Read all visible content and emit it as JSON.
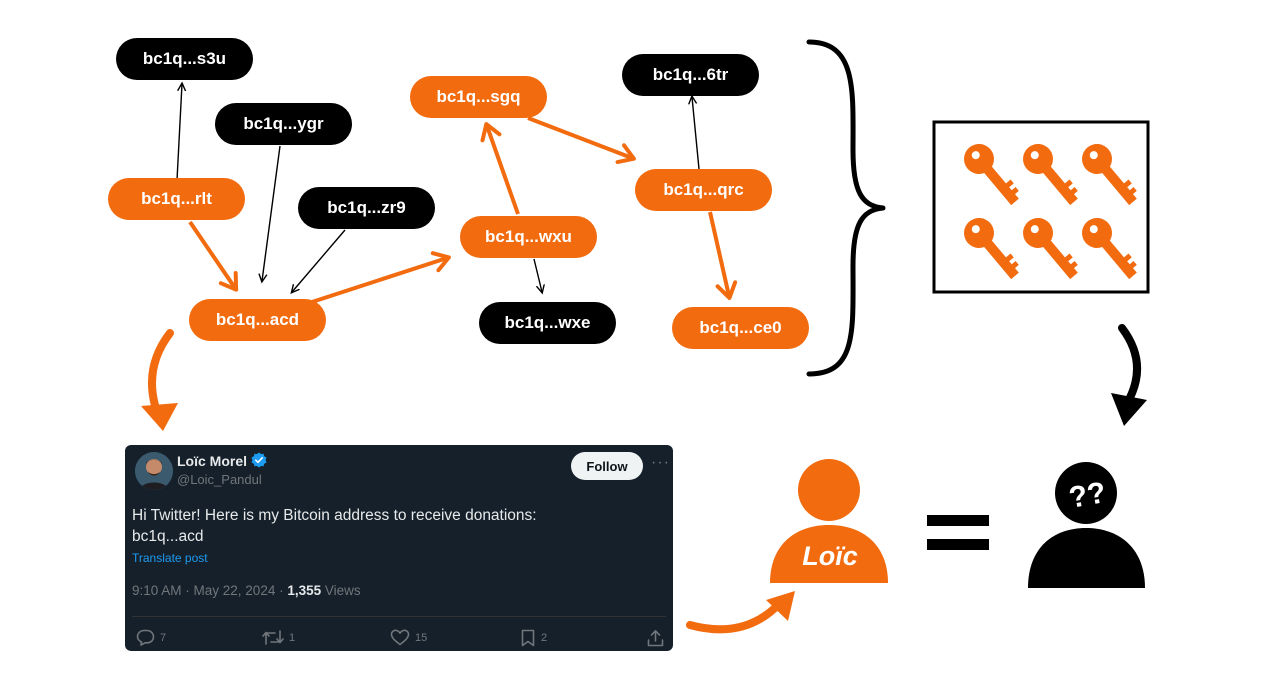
{
  "colors": {
    "orange": "#f26b0f",
    "black": "#000000",
    "tweet_bg": "#15202b",
    "link_blue": "#1d9bf0"
  },
  "nodes": {
    "s3u": "bc1q...s3u",
    "ygr": "bc1q...ygr",
    "rlt": "bc1q...rlt",
    "zr9": "bc1q...zr9",
    "acd": "bc1q...acd",
    "sgq": "bc1q...sgq",
    "wxu": "bc1q...wxu",
    "wxe": "bc1q...wxe",
    "6tr": "bc1q...6tr",
    "qrc": "bc1q...qrc",
    "ce0": "bc1q...ce0"
  },
  "keys_box": {
    "key_count": 6,
    "icon": "key-icon"
  },
  "tweet": {
    "name": "Loïc Morel",
    "handle": "@Loic_Pandul",
    "follow_label": "Follow",
    "more_label": "···",
    "text_line1": "Hi Twitter! Here is my Bitcoin address to receive donations:",
    "text_line2": "bc1q...acd",
    "translate_label": "Translate post",
    "time": "9:10 AM · May 22, 2024 · ",
    "views_count": "1,355",
    "views_label": " Views",
    "replies": "7",
    "reposts": "1",
    "likes": "15",
    "bookmarks": "2"
  },
  "person": {
    "label": "Loïc"
  },
  "unknown_person": {
    "icon": "question-marks-icon",
    "text": "??"
  }
}
